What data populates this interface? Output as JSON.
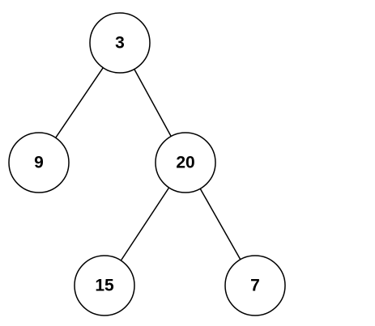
{
  "diagram": {
    "type": "binary-tree",
    "nodes": [
      {
        "id": "root",
        "label": "3"
      },
      {
        "id": "left",
        "label": "9"
      },
      {
        "id": "right",
        "label": "20"
      },
      {
        "id": "right-left",
        "label": "15"
      },
      {
        "id": "right-right",
        "label": "7"
      }
    ],
    "edges": [
      {
        "from": "root",
        "to": "left"
      },
      {
        "from": "root",
        "to": "right"
      },
      {
        "from": "right",
        "to": "right-left"
      },
      {
        "from": "right",
        "to": "right-right"
      }
    ],
    "colors": {
      "stroke": "#000000",
      "fill": "#ffffff",
      "text": "#000000"
    }
  }
}
